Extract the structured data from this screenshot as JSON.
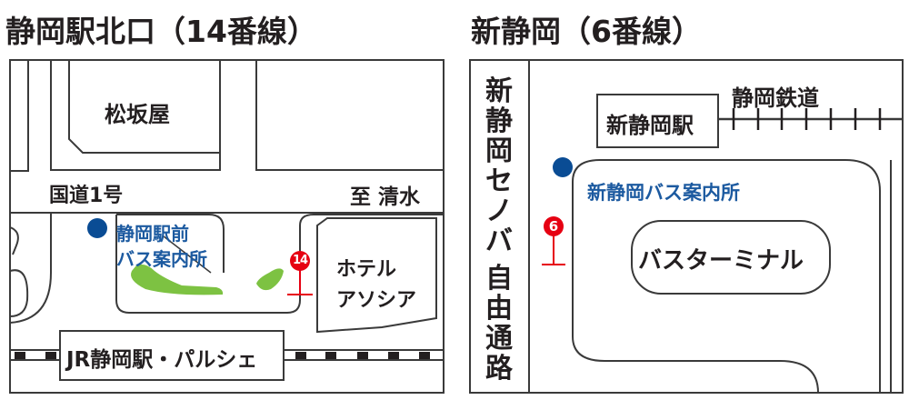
{
  "left_map": {
    "title": "静岡駅北口（14番線）",
    "labels": {
      "matsuzakaya": "松坂屋",
      "route1": "国道1号",
      "to_shimizu": "至 清水",
      "bus_info_line1": "静岡駅前",
      "bus_info_line2": "バス案内所",
      "hotel_line1": "ホテル",
      "hotel_line2": "アソシア",
      "jr_station": "JR静岡駅・パルシェ"
    },
    "bus_stop": {
      "number": "14",
      "icon": "bus-stop-pin-icon",
      "color": "#e60012"
    },
    "info_marker": {
      "icon": "info-dot-icon",
      "color": "#0a4c94"
    },
    "greenery_color": "#7dc242"
  },
  "right_map": {
    "title": "新静岡（6番線）",
    "labels": {
      "passage_chars": [
        "新",
        "静",
        "岡",
        "セ",
        "ノ",
        "バ",
        "",
        "自",
        "由",
        "通",
        "路"
      ],
      "railway": "静岡鉄道",
      "station": "新静岡駅",
      "bus_info": "新静岡バス案内所",
      "bus_terminal": "バスターミナル"
    },
    "bus_stop": {
      "number": "6",
      "icon": "bus-stop-pin-icon",
      "color": "#e60012"
    },
    "info_marker": {
      "icon": "info-dot-icon",
      "color": "#0a4c94"
    }
  },
  "colors": {
    "line": "#3a3a3a",
    "text": "#231f20",
    "info_blue": "#1c5aa0",
    "stop_red": "#e60012",
    "green": "#7dc242"
  }
}
